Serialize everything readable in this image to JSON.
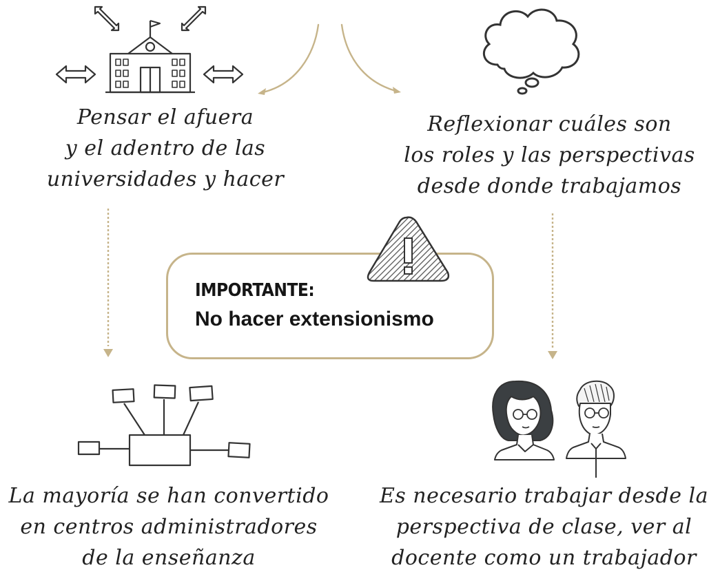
{
  "texts": {
    "top_left": [
      "Pensar el afuera",
      "y el adentro de las",
      "universidades y hacer"
    ],
    "top_right": [
      "Reflexionar cuáles son",
      "los roles y las perspectivas",
      "desde donde trabajamos"
    ],
    "bottom_left": [
      "La mayoría se han convertido",
      "en centros administradores",
      "de la enseñanza"
    ],
    "bottom_right": [
      "Es necesario trabajar desde la",
      "perspectiva de clase, ver al",
      "docente como un trabajador"
    ]
  },
  "callout": {
    "label": "IMPORTANTE:",
    "text": "No hacer extensionismo"
  },
  "icons": [
    "university-building-icon",
    "thought-cloud-icon",
    "warning-triangle-icon",
    "network-boxes-icon",
    "two-people-icon"
  ],
  "colors": {
    "accent": "#c6b48a",
    "ink": "#222222",
    "hatch": "#555555"
  }
}
